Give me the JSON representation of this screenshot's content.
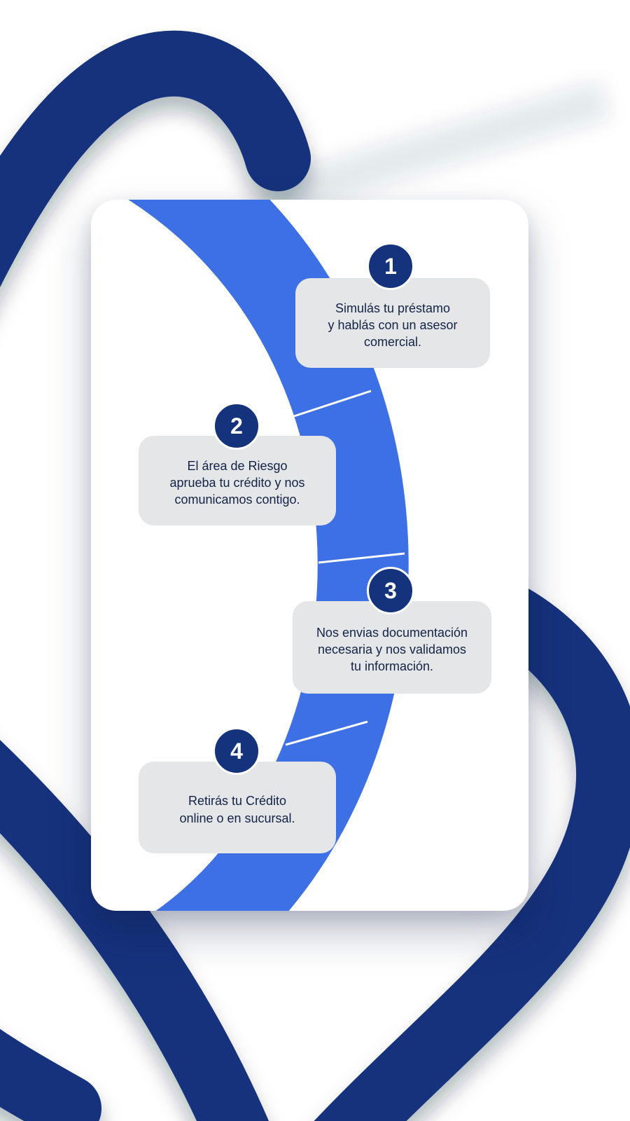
{
  "steps": [
    {
      "number": "1",
      "text": "Simulás tu préstamo\ny hablás con un asesor\ncomercial."
    },
    {
      "number": "2",
      "text": "El área de Riesgo\naprueba tu crédito y nos\ncomunicamos contigo."
    },
    {
      "number": "3",
      "text": "Nos envias documentación\nnecesaria y nos validamos\ntu información."
    },
    {
      "number": "4",
      "text": "Retirás tu Crédito\nonline o en sucursal."
    }
  ],
  "colors": {
    "navy": "#14337C",
    "blue": "#3D6FE5",
    "bubble": "#E5E6E8",
    "text": "#132347"
  }
}
